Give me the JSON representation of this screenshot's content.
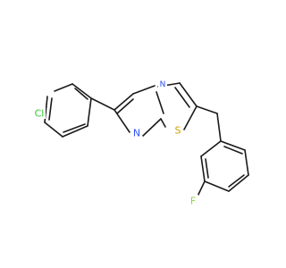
{
  "molecule": {
    "atoms": {
      "chlorine": {
        "label": "Cl",
        "color": "#33cc33"
      },
      "ring_nitrogen": {
        "label": "N",
        "color": "#3050f8"
      },
      "bridge_nitrogen": {
        "label": "N",
        "color": "#3050f8"
      },
      "sulfur": {
        "label": "S",
        "color": "#c8a000"
      },
      "fluorine": {
        "label": "F",
        "color": "#90d050"
      }
    },
    "bond_color": "#1a1a1a",
    "background": "#ffffff"
  }
}
